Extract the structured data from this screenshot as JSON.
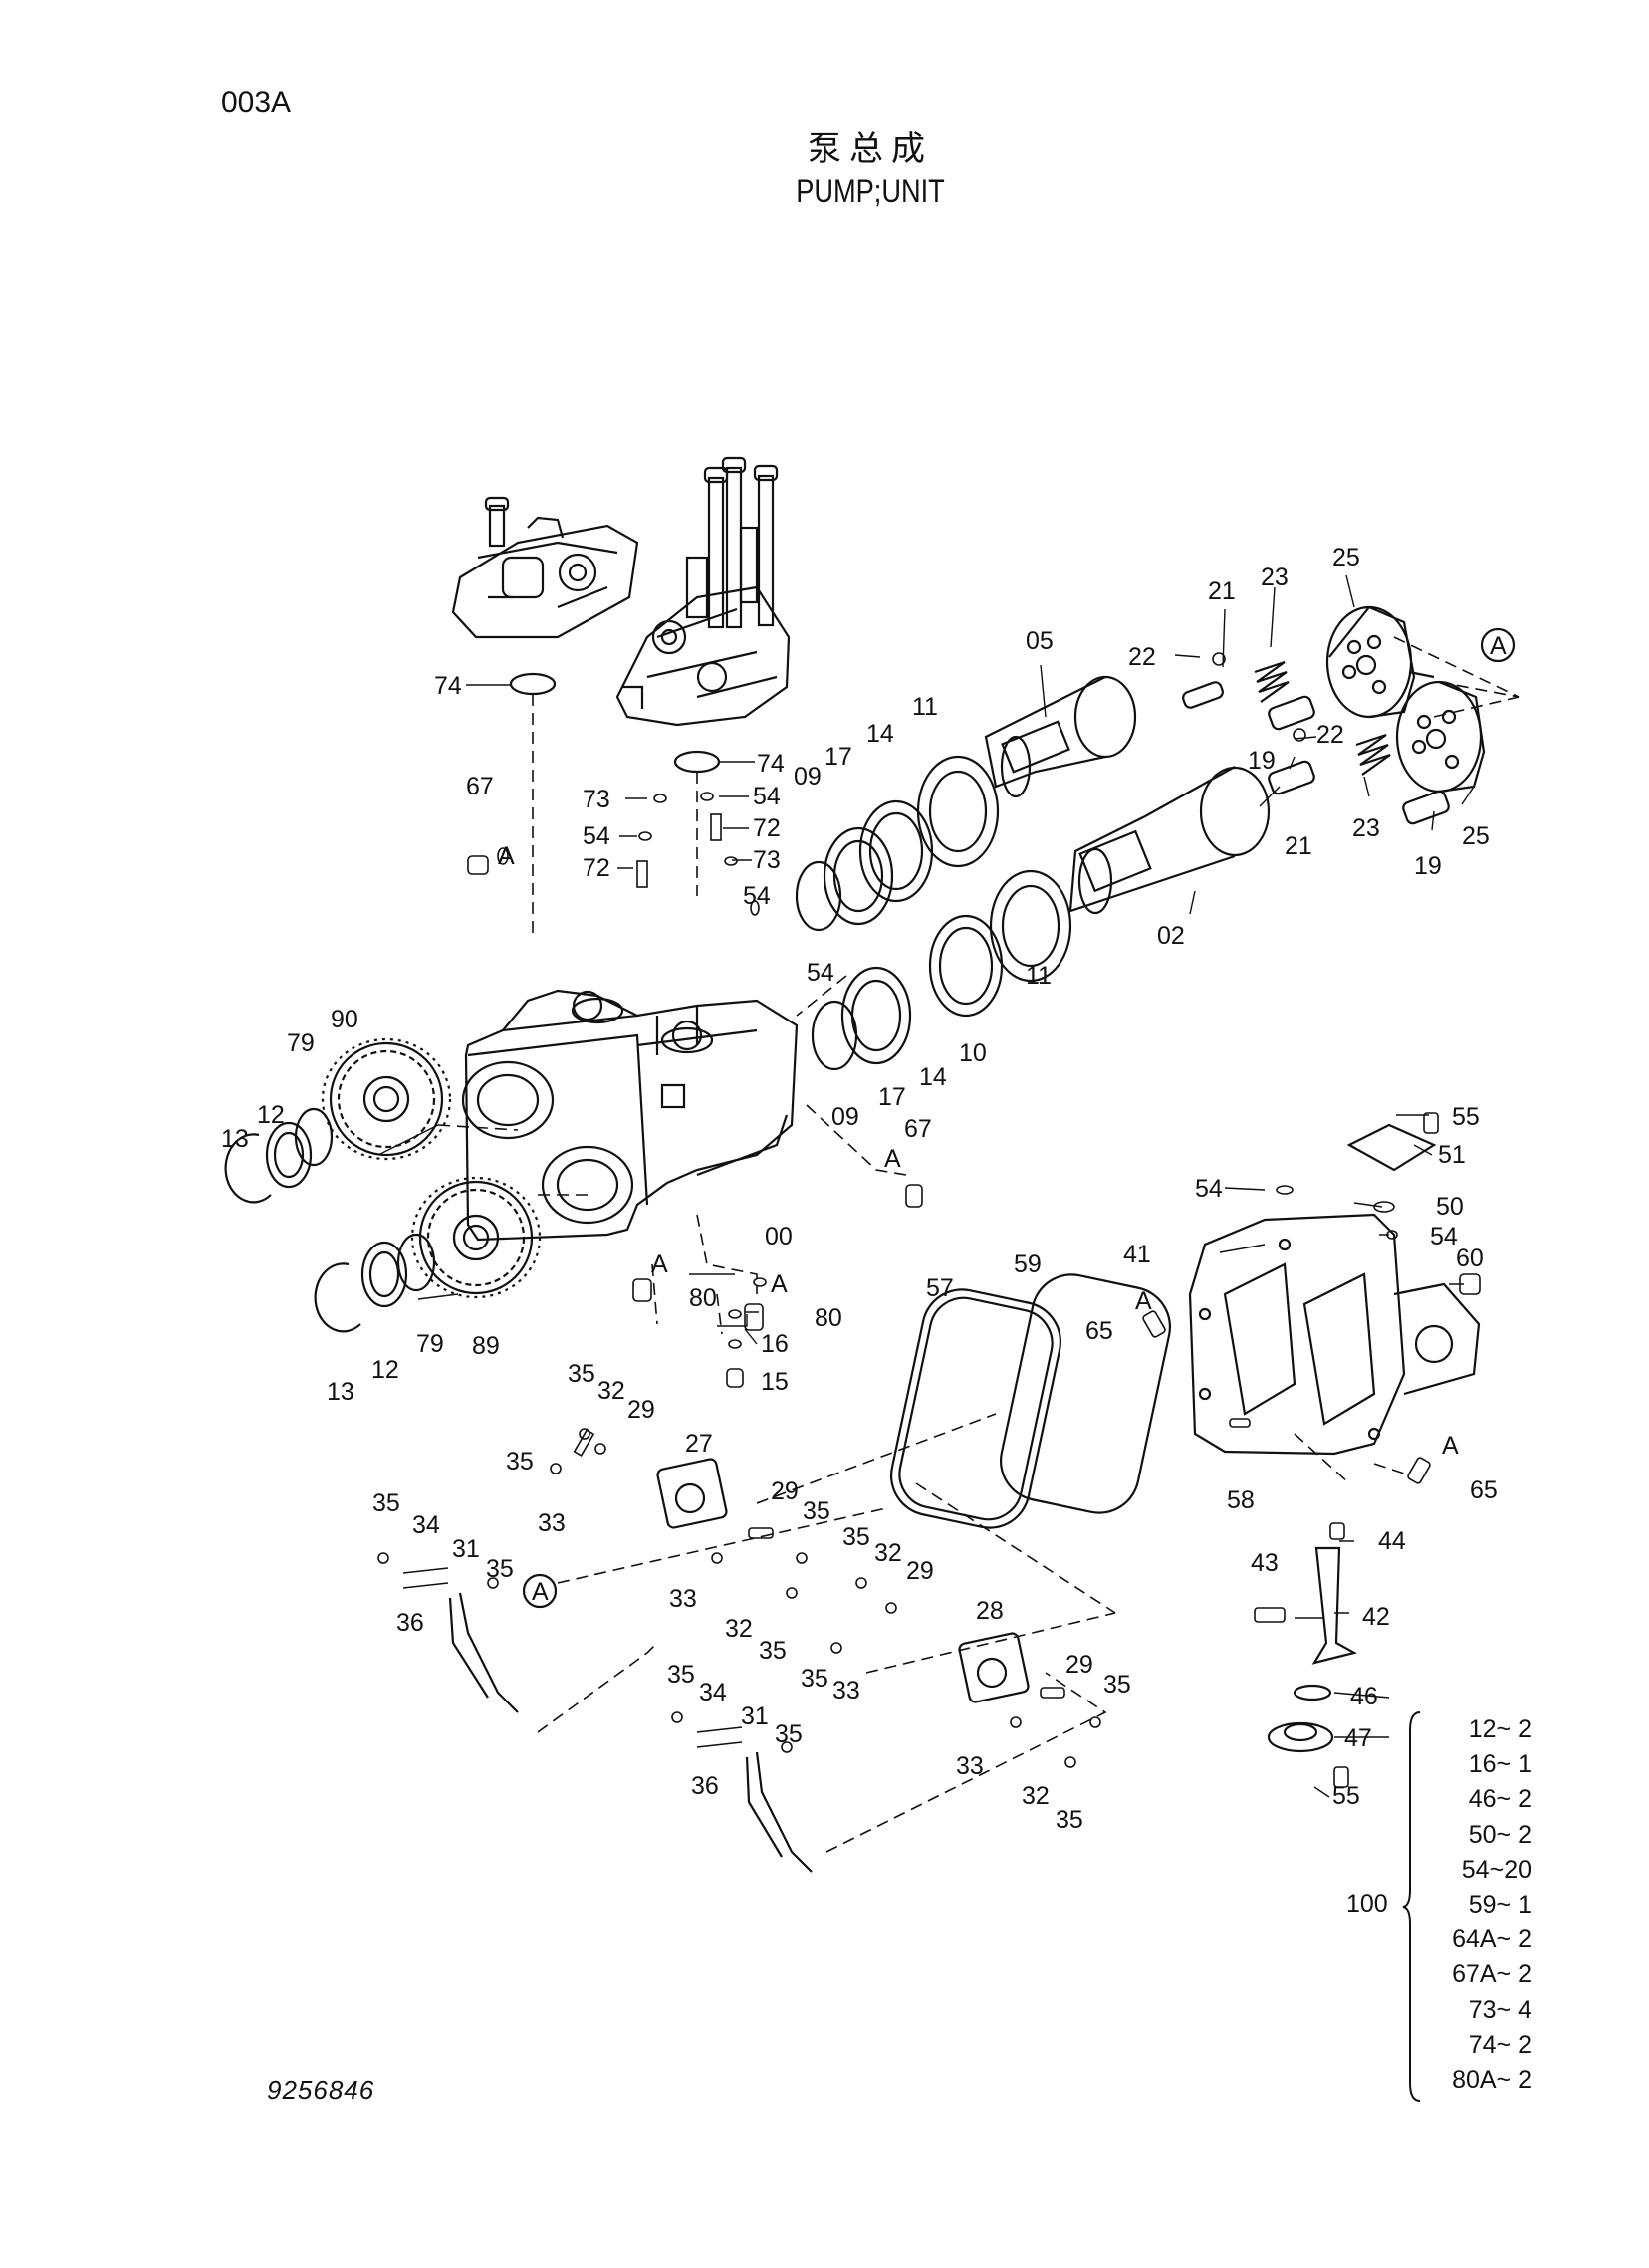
{
  "page_code": "003A",
  "title_cn": "泵总成",
  "title_en": "PUMP;UNIT",
  "document_number": "9256846",
  "kit": {
    "number": "100",
    "items": [
      "12~ 2",
      "16~ 1",
      "46~ 2",
      "50~ 2",
      "54~20",
      "59~ 1",
      "64A~ 2",
      "67A~ 2",
      "73~ 4",
      "74~ 2",
      "80A~ 2"
    ]
  },
  "callouts": {
    "c74a": "74",
    "c74b": "74",
    "c67a": "67",
    "c73a": "73",
    "c54a": "54",
    "c72a": "72",
    "c54b": "54",
    "c72b": "72",
    "c73b": "73",
    "c54c": "54",
    "c09a": "09",
    "c17a": "17",
    "c14a": "14",
    "c11a": "11",
    "c05": "05",
    "c22a": "22",
    "c21a": "21",
    "c23a": "23",
    "c25a": "25",
    "cAa": "A",
    "c22b": "22",
    "c19a": "19",
    "c21b": "21",
    "c23b": "23",
    "c25b": "25",
    "c19b": "19",
    "c02": "02",
    "c11b": "11",
    "c10": "10",
    "c14b": "14",
    "c17b": "17",
    "c09b": "09",
    "c54d": "54",
    "c67b": "67",
    "cA67b": "A",
    "cA67a": "A",
    "c90": "90",
    "c79a": "79",
    "c12a": "12",
    "c13a": "13",
    "c89": "89",
    "c79b": "79",
    "c12b": "12",
    "c13b": "13",
    "c00": "00",
    "c80a": "80",
    "cA80a": "A",
    "c80b": "80",
    "cA80b": "A",
    "c16": "16",
    "c15": "15",
    "c57": "57",
    "c59": "59",
    "c55a": "55",
    "c51": "51",
    "c54e": "54",
    "c50": "50",
    "c54f": "54",
    "c41": "41",
    "c60": "60",
    "c65a": "65",
    "cA65a": "A",
    "c58": "58",
    "c65b": "65",
    "cA65b": "A",
    "c44": "44",
    "c43": "43",
    "c42": "42",
    "c46": "46",
    "c47": "47",
    "c55b": "55",
    "c35a": "35",
    "c32a": "32",
    "c29a": "29",
    "c27": "27",
    "c35b": "35",
    "c33a": "33",
    "c35c": "35",
    "c34a": "34",
    "c31a": "31",
    "c35d": "35",
    "c36a": "36",
    "c29b": "29",
    "c35e": "35",
    "c33b": "33",
    "c32b": "32",
    "c35f": "35",
    "cAb": "A",
    "c35g": "35",
    "c32c": "32",
    "c29c": "29",
    "c28": "28",
    "c35h": "35",
    "c33c": "33",
    "c29d": "29",
    "c35i": "35",
    "c35j": "35",
    "c34b": "34",
    "c31b": "31",
    "c35k": "35",
    "c36b": "36",
    "c33d": "33",
    "c32d": "32",
    "c35l": "35"
  }
}
